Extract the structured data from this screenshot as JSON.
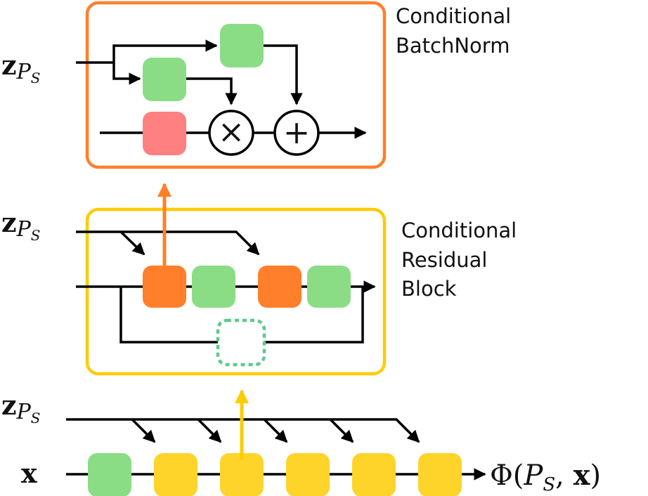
{
  "batchnorm": {
    "label_line1": "Conditional",
    "label_line2": "BatchNorm",
    "input_var_bold": "z",
    "input_var_sub": "P",
    "input_var_subsub": "S",
    "multiply_symbol": "×",
    "add_symbol": "+"
  },
  "resblock": {
    "label_line1": "Conditional",
    "label_line2": "Residual",
    "label_line3": "Block",
    "input_var_bold": "z",
    "input_var_sub": "P",
    "input_var_subsub": "S"
  },
  "network": {
    "cond_var_bold": "z",
    "cond_var_sub": "P",
    "cond_var_subsub": "S",
    "input_var": "x",
    "output_phi": "Φ(",
    "output_p": "P",
    "output_s": "S",
    "output_comma": ", ",
    "output_x": "x",
    "output_close": ")"
  },
  "colors": {
    "green": "#8add85",
    "pink": "#ff8080",
    "orange": "#ff7f2a",
    "yellow": "#ffd42a",
    "batchnorm_border": "#ff7f2a",
    "resblock_border": "#ffcc00",
    "dashed_green": "#5fc88f"
  }
}
